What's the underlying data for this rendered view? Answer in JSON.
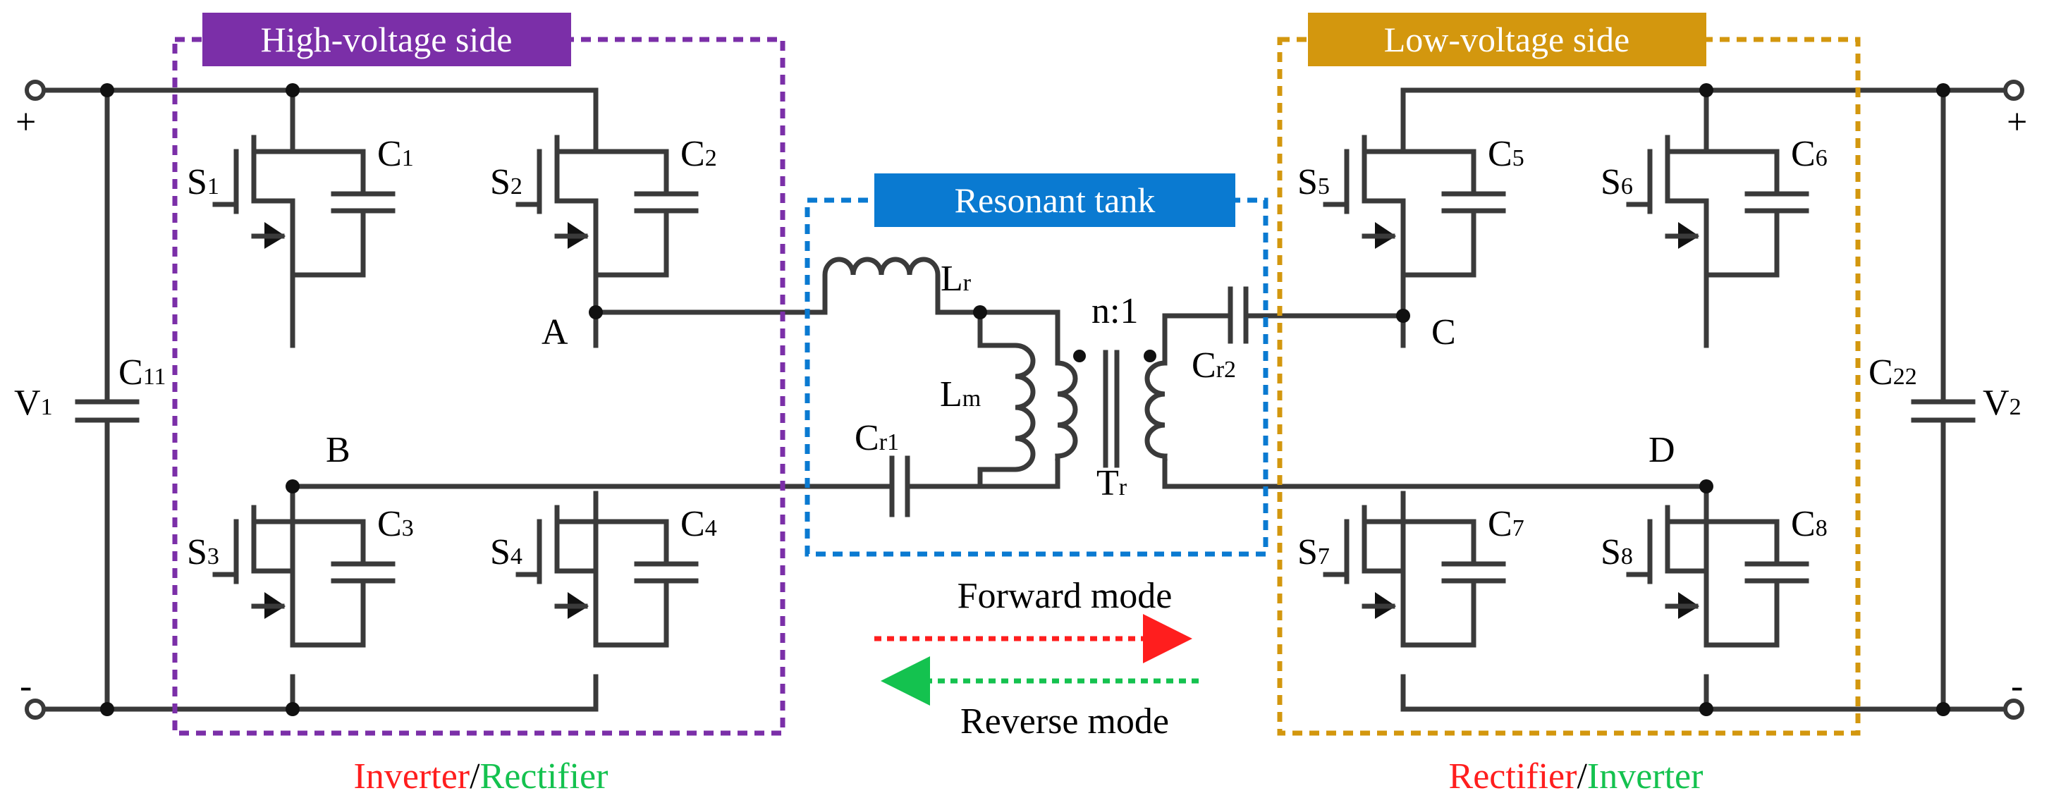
{
  "sections": {
    "hv": {
      "title": "High-voltage side",
      "color": "#7B2FA8"
    },
    "lv": {
      "title": "Low-voltage side",
      "color": "#D3970E"
    },
    "tank": {
      "title": "Resonant tank",
      "color": "#0A7AD1"
    }
  },
  "terminals": {
    "v1": {
      "main": "V",
      "sub": "1"
    },
    "v2": {
      "main": "V",
      "sub": "2"
    },
    "plus": "+",
    "minus": "-"
  },
  "nodes": {
    "a": "A",
    "b": "B",
    "c": "C",
    "d": "D"
  },
  "switches": [
    {
      "main": "S",
      "sub": "1"
    },
    {
      "main": "S",
      "sub": "2"
    },
    {
      "main": "S",
      "sub": "3"
    },
    {
      "main": "S",
      "sub": "4"
    },
    {
      "main": "S",
      "sub": "5"
    },
    {
      "main": "S",
      "sub": "6"
    },
    {
      "main": "S",
      "sub": "7"
    },
    {
      "main": "S",
      "sub": "8"
    }
  ],
  "capacitors": [
    {
      "main": "C",
      "sub": "1"
    },
    {
      "main": "C",
      "sub": "2"
    },
    {
      "main": "C",
      "sub": "3"
    },
    {
      "main": "C",
      "sub": "4"
    },
    {
      "main": "C",
      "sub": "5"
    },
    {
      "main": "C",
      "sub": "6"
    },
    {
      "main": "C",
      "sub": "7"
    },
    {
      "main": "C",
      "sub": "8"
    }
  ],
  "bus_caps": {
    "c11": {
      "main": "C",
      "sub": "11"
    },
    "c22": {
      "main": "C",
      "sub": "22"
    }
  },
  "tank_parts": {
    "lr": {
      "main": "L",
      "sub": "r"
    },
    "lm": {
      "main": "L",
      "sub": "m"
    },
    "cr1": {
      "main": "C",
      "sub": "r1"
    },
    "cr2": {
      "main": "C",
      "sub": "r2"
    },
    "tr": {
      "main": "T",
      "sub": "r"
    },
    "ratio": "n:1"
  },
  "modes": {
    "forward": {
      "label": "Forward mode",
      "color": "#FF1E1E"
    },
    "reverse": {
      "label": "Reverse mode",
      "color": "#14C24F"
    }
  },
  "roles": {
    "left": {
      "first": "Inverter",
      "sep": "/",
      "second": "Rectifier"
    },
    "right": {
      "first": "Rectifier",
      "sep": "/",
      "second": "Inverter"
    }
  }
}
